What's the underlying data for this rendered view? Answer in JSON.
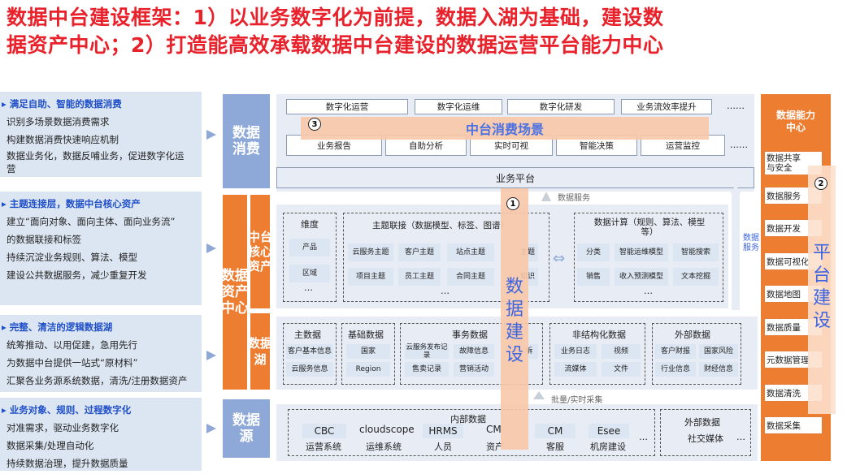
{
  "title": {
    "line1": "数据中台建设框架：1）以业务数字化为前提，数据入湖为基础，建设数",
    "line2": "据资产中心；2）打造能高效承载数据中台建设的数据运营平台能力中心"
  },
  "left": [
    {
      "heading": "满足自助、智能的数据消费",
      "lines": [
        "识别多场景数据消费需求",
        "构建数据消费快速响应机制",
        "数据业务化，数据反哺业务，促进数字化运",
        "营"
      ]
    },
    {
      "heading": "主题连接层，数据中台核心资产",
      "lines": [
        "建立“面向对象、面向主体、面向业务流”",
        "的数据联接和标签",
        "持续沉淀业务规则、算法、模型",
        "建设公共数据服务，减少重复开发"
      ]
    },
    {
      "heading": "完整、清洁的逻辑数据湖",
      "lines": [
        "统筹推动、以用促建，急用先行",
        "为数据中台提供一站式“原材料”",
        "汇聚各业务源系统数据，清洗/注册数据资产"
      ]
    },
    {
      "heading": "业务对象、规则、过程数字化",
      "lines": [
        "对准需求，驱动业务数字化",
        "数据采集/处理自动化",
        "持续数据治理，提升数据质量"
      ]
    }
  ],
  "layers": {
    "consume": "数据\n消费",
    "asset": "数据\n资产\n中心",
    "core": "中台\n核心\n资产",
    "lake": "数据\n湖",
    "source": "数据\n源"
  },
  "consume": {
    "row1": [
      "数字化运营",
      "数字化运维",
      "数字化研发",
      "业务流效率提升",
      "……"
    ],
    "banner": "中台消费场景",
    "row2": [
      "业务报告",
      "自助分析",
      "实时可视",
      "智能决策",
      "运营监控",
      "……"
    ],
    "platform": "业务平台",
    "service_label": "数据服务"
  },
  "core": {
    "dim": {
      "title": "维度",
      "items": [
        "产品",
        "区域",
        "…"
      ]
    },
    "topic": {
      "title": "主题联接（数据模型、标签、图谱）",
      "items": [
        "云服务主题",
        "客户主题",
        "站点主题",
        "主题",
        "项目主题",
        "员工主题",
        "合同主题",
        "知识"
      ],
      "more": "…"
    },
    "calc": {
      "title": "数据计算（规则、算法、模型等）",
      "items": [
        "分类",
        "智能运维模型",
        "智能搜索",
        "销售",
        "收入预测模型",
        "文本挖掘"
      ],
      "more": "…"
    }
  },
  "lake": {
    "master": {
      "title": "主数据",
      "items": [
        "客户基本信息",
        "云服务信息"
      ]
    },
    "base": {
      "title": "基础数据",
      "items": [
        "国家",
        "Region"
      ]
    },
    "event": {
      "title": "事务数据",
      "items": [
        "云服务发布记录",
        "故障信息",
        "诉",
        "售卖记录",
        "营销活动"
      ]
    },
    "unstruct": {
      "title": "非结构化数据",
      "items": [
        "业务日志",
        "视频",
        "流媒体",
        "文件"
      ]
    },
    "external": {
      "title": "外部数据",
      "items": [
        "客户财报",
        "国家风险",
        "行业信息",
        "财经信息"
      ]
    },
    "collect": "批量/实时采集"
  },
  "source": {
    "internal_title": "内部数据",
    "items": [
      {
        "code": "CBC",
        "name": "运营系统"
      },
      {
        "code": "cloudscope",
        "name": "运维系统"
      },
      {
        "code": "HRMS",
        "name": "人员"
      },
      {
        "code": "CM",
        "name": "资产"
      },
      {
        "code": "CM",
        "name": "客服"
      },
      {
        "code": "Esee",
        "name": "机房建设"
      }
    ],
    "more": "…",
    "external_title": "外部数据",
    "external_item": "社交媒体",
    "external_more": "…"
  },
  "right": {
    "title": "数据能力\n中心",
    "items": [
      "数据共享\n与安全",
      "数据服务",
      "数据开发",
      "数据可视化",
      "数据地图",
      "数据质量",
      "元数据管理",
      "数据清洗",
      "数据采集"
    ],
    "side_label": "数据\n服务"
  },
  "overlay": {
    "build_data": "数\n据\n建\n设",
    "build_platform": "平\n台\n建\n设",
    "n1": "1",
    "n2": "2",
    "n3": "3"
  },
  "colors": {
    "blue_layer": "#8ea9d8",
    "orange": "#ed7d31",
    "title_red": "#e8212b"
  }
}
